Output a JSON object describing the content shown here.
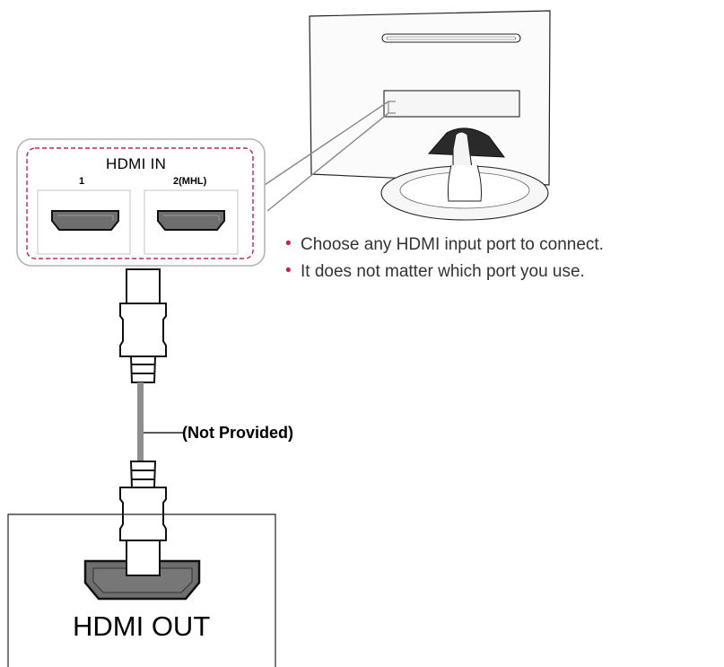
{
  "hdmi_in": {
    "title": "HDMI IN",
    "port1": "1",
    "port2": "2(MHL)"
  },
  "cable": {
    "note": "(Not Provided)"
  },
  "hdmi_out": {
    "title": "HDMI OUT"
  },
  "notes": [
    "Choose any HDMI input port to connect.",
    "It does not matter which port you use."
  ],
  "colors": {
    "bullet": "#c61f5e",
    "dashed_border": "#c61f5e",
    "port_fill": "#6e6e6e",
    "connector_outline": "#111111"
  }
}
